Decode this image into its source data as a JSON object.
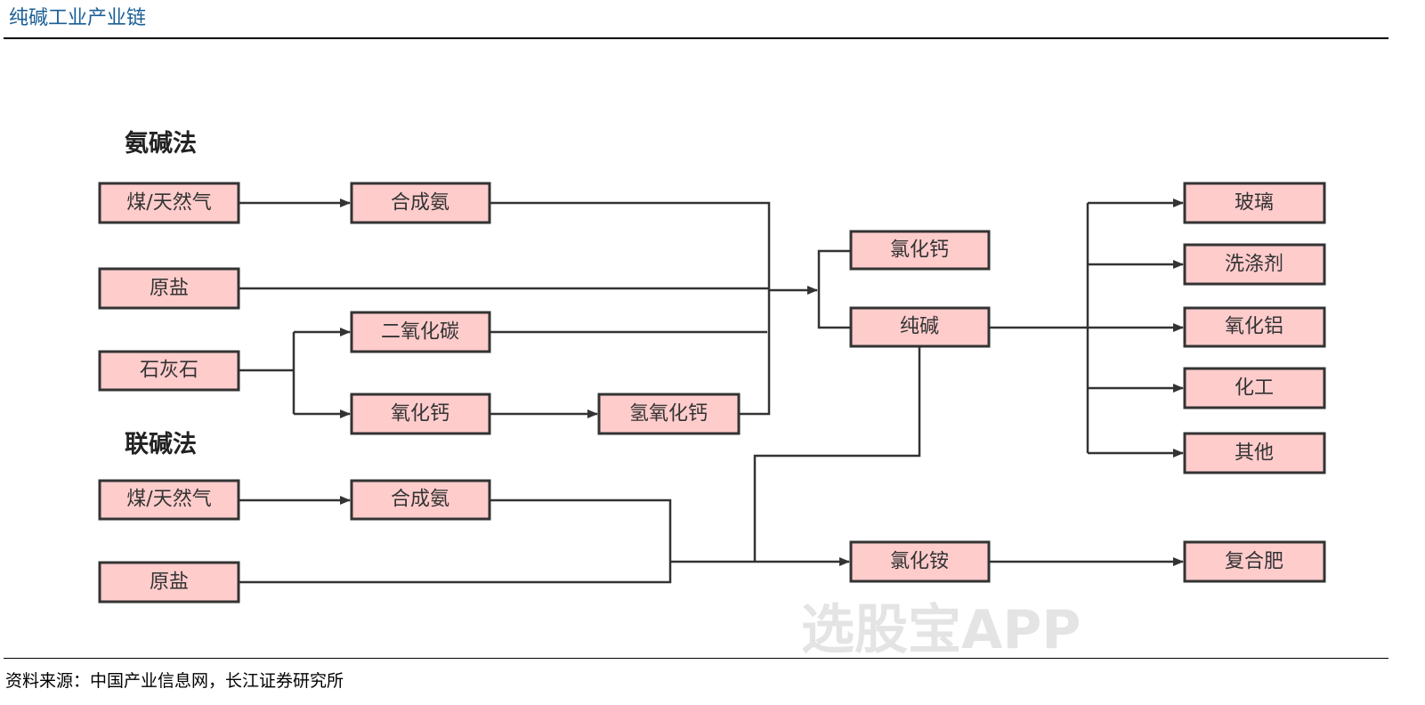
{
  "title": "纯碱工业产业链",
  "source": "资料来源：中国产业信息网，长江证券研究所",
  "watermark": "选股宝APP",
  "sections": {
    "ammonia_soda": "氨碱法",
    "combined_soda": "联碱法"
  },
  "nodes": {
    "coal_gas_1": "煤/天然气",
    "ammonia_1": "合成氨",
    "salt_1": "原盐",
    "co2": "二氧化碳",
    "limestone": "石灰石",
    "cao": "氧化钙",
    "caoh2": "氢氧化钙",
    "cacl2": "氯化钙",
    "soda_ash": "纯碱",
    "glass": "玻璃",
    "detergent": "洗涤剂",
    "alumina": "氧化铝",
    "chemical": "化工",
    "other": "其他",
    "coal_gas_2": "煤/天然气",
    "ammonia_2": "合成氨",
    "salt_2": "原盐",
    "nh4cl": "氯化铵",
    "compound_fertilizer": "复合肥"
  },
  "colors": {
    "box_fill": "#ffcccc",
    "stroke": "#333333",
    "title": "#1a5f96"
  }
}
